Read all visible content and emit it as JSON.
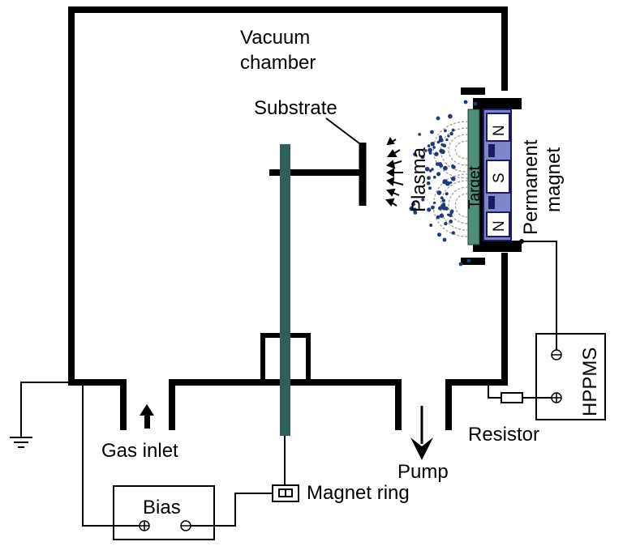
{
  "labels": {
    "vacuum_line1": "Vacuum",
    "vacuum_line2": "chamber",
    "substrate": "Substrate",
    "plasma": "Plasma",
    "target": "Target",
    "magnet_n_top": "N",
    "magnet_s": "S",
    "magnet_n_bottom": "N",
    "permanent_line1": "Permanent",
    "permanent_line2": "magnet",
    "hppms": "HPPMS",
    "resistor": "Resistor",
    "gas_inlet": "Gas inlet",
    "pump": "Pump",
    "bias": "Bias",
    "magnet_ring": "Magnet ring"
  },
  "colors": {
    "line": "#000000",
    "rod": "#2f5f5b",
    "target": "#4f8f78",
    "magnet_body": "#7f86c8",
    "magnet_edge": "#1a1a66",
    "plasma_dots": "#1f3a78"
  }
}
